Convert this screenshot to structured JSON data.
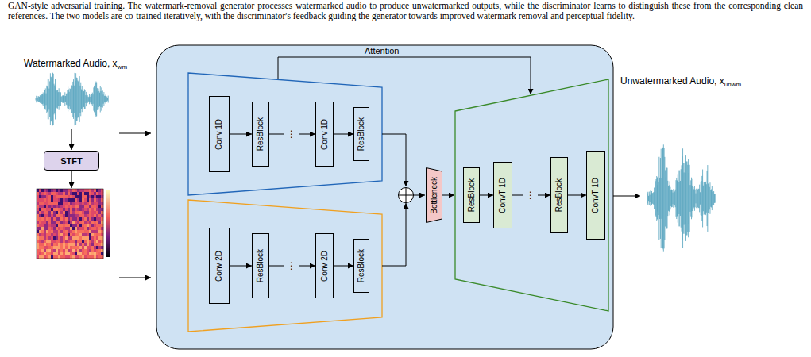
{
  "diagram": {
    "caption": "GAN-style adversarial training. The watermark-removal generator processes watermarked audio to produce unwatermarked outputs, while the discriminator learns to distinguish these from the corresponding clean references. The two models are co-trained iteratively, with the discriminator's feedback guiding the generator towards improved watermark removal and perceptual fidelity.",
    "nodes": [
      {
        "text": [
          "STFT"
        ]
      },
      {
        "text": [
          "Conv 1D"
        ]
      },
      {
        "text": [
          "ResBlock"
        ]
      },
      {
        "text": [
          "Conv 1D"
        ]
      },
      {
        "text": [
          "ResBlock"
        ]
      },
      {
        "text": [
          "Conv 2D"
        ]
      },
      {
        "text": [
          "ResBlock"
        ]
      },
      {
        "text": [
          "Conv 2D"
        ]
      },
      {
        "text": [
          "ResBlock"
        ]
      },
      {
        "text": [
          "Bottleneck"
        ]
      },
      {
        "text": [
          "ResBlock"
        ]
      },
      {
        "text": [
          "ConvT 1D"
        ]
      },
      {
        "text": [
          "ResBlock"
        ]
      },
      {
        "text": [
          "ConvT 1D"
        ]
      }
    ],
    "edges": [
      {
        "from": 1,
        "to": 2,
        "arrow": "to"
      },
      {
        "from": 2,
        "to": 3,
        "label": "⋮",
        "arrow": "to"
      },
      {
        "from": 3,
        "to": 4,
        "arrow": "to"
      },
      {
        "from": 5,
        "to": 6,
        "arrow": "to"
      },
      {
        "from": 6,
        "to": 7,
        "label": "⋮",
        "arrow": "to"
      },
      {
        "from": 7,
        "to": 8,
        "arrow": "to"
      },
      {
        "from": 10,
        "to": 11,
        "arrow": "to"
      },
      {
        "from": 11,
        "to": 12,
        "label": "⋮",
        "arrow": "to"
      },
      {
        "from": 12,
        "to": 13,
        "arrow": "to"
      }
    ],
    "labels": [
      "Attention",
      "Watermarked Audio, x",
      "wm",
      "Unwatermarked Audio, x",
      "unwm"
    ]
  }
}
